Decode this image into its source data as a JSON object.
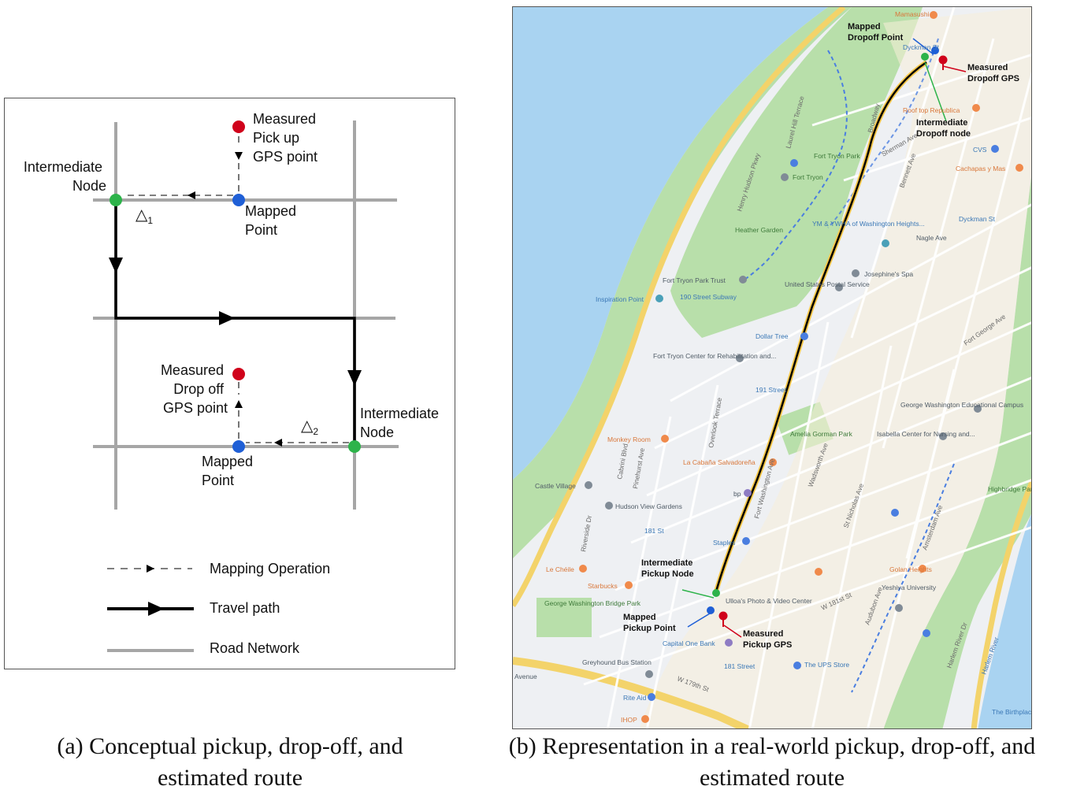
{
  "panel_a": {
    "labels": {
      "measured_pickup": [
        "Measured",
        "Pick up",
        "GPS point"
      ],
      "intermediate_node_1": [
        "Intermediate",
        "Node"
      ],
      "mapped_point_1": [
        "Mapped",
        "Point"
      ],
      "delta_1": "△",
      "delta_1_sub": "1",
      "measured_dropoff": [
        "Measured",
        "Drop off",
        "GPS point"
      ],
      "intermediate_node_2": [
        "Intermediate",
        "Node"
      ],
      "delta_2": "△",
      "delta_2_sub": "2",
      "mapped_point_2": [
        "Mapped",
        "Point"
      ]
    },
    "legend": {
      "mapping": "Mapping Operation",
      "travel": "Travel path",
      "road": "Road Network"
    },
    "colors": {
      "road": "#a6a6a6",
      "measured": "#d0021b",
      "mapped": "#1f5fd6",
      "intermediate": "#2db34a",
      "path": "#000000"
    }
  },
  "panel_b": {
    "annotations": {
      "mapped_dropoff": [
        "Mapped",
        "Dropoff Point"
      ],
      "measured_dropoff": [
        "Measured",
        "Dropoff GPS"
      ],
      "intermediate_dropoff": [
        "Intermediate",
        "Dropoff node"
      ],
      "intermediate_pickup": [
        "Intermediate",
        "Pickup Node"
      ],
      "mapped_pickup": [
        "Mapped",
        "Pickup Point"
      ],
      "measured_pickup": [
        "Measured",
        "Pickup GPS"
      ]
    },
    "places": [
      "Mamasushi",
      "Dyckman St",
      "Roof top Republica",
      "CVS",
      "Cachapas y Mas",
      "Fort Tryon Park",
      "Fort Tryon",
      "Henry Hudson Pkwy",
      "Heather Garden",
      "YM & YWHA of Washington Heights...",
      "Dyckman St",
      "Nagle Ave",
      "Josephine's Spa",
      "Fort Tryon Park Trust",
      "United States Postal Service",
      "Inspiration Point",
      "190 Street Subway",
      "Dollar Tree",
      "Fort Tryon Center for Rehabilitation and...",
      "191 Street",
      "George Washington Educational Campus",
      "Amelia Gorman Park",
      "Isabella Center for Nursing and...",
      "Monkey Room",
      "La Cabaña Salvadoreña",
      "Castle Village",
      "Hudson View Gardens",
      "Highbridge Park",
      "bp",
      "181 St",
      "Staples",
      "Le Chéile",
      "Starbucks",
      "Golan Heights",
      "Yeshiva University",
      "George Washington Bridge Park",
      "Ulloa's Photo & Video Center",
      "Capital One Bank",
      "Greyhound Bus Station",
      "181 Street",
      "The UPS Store",
      "Rite Aid",
      "IHOP",
      "Harlem River Dr",
      "Harlem River",
      "The Birthplace of Hip H",
      "Amsterdam Ave",
      "Sherman Ave",
      "W 181st St",
      "W 179th St",
      "St Nicholas Ave",
      "Fort George Ave",
      "Broadway",
      "Audubon Ave",
      "Wadsworth Ave",
      "Bennett Ave",
      "Cabrini Blvd",
      "Overlook Terrace",
      "Pinehurst Ave",
      "Fort Washington Ave",
      "Riverside Dr",
      "Laurel Hill Terrace",
      "Avenue"
    ],
    "colors": {
      "water": "#a9d3f1",
      "park": "#b8dfaa",
      "land": "#eef0f3",
      "route": "#000000",
      "route_glow": "#f6c84a",
      "highway": "#f3d36a"
    }
  },
  "captions": {
    "a": [
      "(a) Conceptual pickup, drop-off, and",
      "estimated route"
    ],
    "b": [
      "(b) Representation in a real-world pickup, drop-off, and",
      "estimated route"
    ]
  }
}
